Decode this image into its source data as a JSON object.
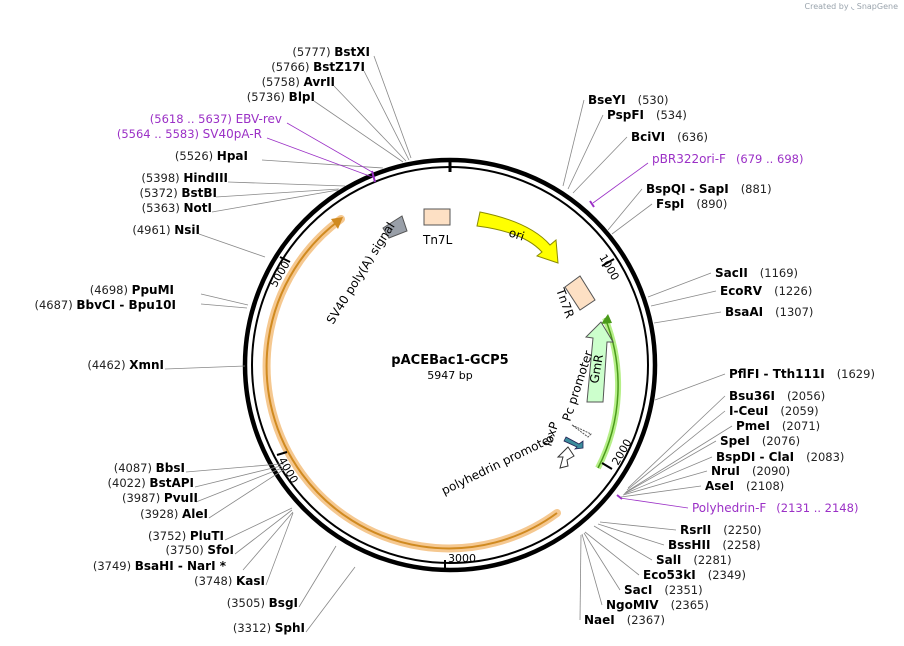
{
  "credit": {
    "created_by": "Created by",
    "brand": "SnapGene"
  },
  "plasmid": {
    "name": "pACEBac1-GCP5",
    "length_label": "5947 bp",
    "length": 5947
  },
  "ruler": [
    "1000",
    "2000",
    "3000",
    "4000",
    "5000"
  ],
  "features": {
    "sv40": "SV40 poly(A) signal",
    "tn7l": "Tn7L",
    "ori": "ori",
    "tn7r": "Tn7R",
    "gmr": "GmR",
    "pc": "Pc promoter",
    "loxp": "loxP",
    "polh": "polyhedrin promoter"
  },
  "enzymes_right": [
    {
      "name": "BseYI",
      "pos": "(530)"
    },
    {
      "name": "PspFI",
      "pos": "(534)"
    },
    {
      "name": "BciVI",
      "pos": "(636)"
    },
    {
      "name": "BspQI",
      "name2": "SapI",
      "pos": "(881)"
    },
    {
      "name": "FspI",
      "pos": "(890)"
    },
    {
      "name": "SacII",
      "pos": "(1169)"
    },
    {
      "name": "EcoRV",
      "pos": "(1226)"
    },
    {
      "name": "BsaAI",
      "pos": "(1307)"
    },
    {
      "name": "PflFI",
      "name2": "Tth111I",
      "pos": "(1629)"
    },
    {
      "name": "Bsu36I",
      "pos": "(2056)"
    },
    {
      "name": "I-CeuI",
      "pos": "(2059)"
    },
    {
      "name": "PmeI",
      "pos": "(2071)"
    },
    {
      "name": "SpeI",
      "pos": "(2076)"
    },
    {
      "name": "BspDI",
      "name2": "ClaI",
      "pos": "(2083)"
    },
    {
      "name": "NruI",
      "pos": "(2090)"
    },
    {
      "name": "AseI",
      "pos": "(2108)"
    },
    {
      "name": "RsrII",
      "pos": "(2250)"
    },
    {
      "name": "BssHII",
      "pos": "(2258)"
    },
    {
      "name": "SalI",
      "pos": "(2281)"
    },
    {
      "name": "Eco53kI",
      "pos": "(2349)"
    },
    {
      "name": "SacI",
      "pos": "(2351)"
    },
    {
      "name": "NgoMIV",
      "pos": "(2365)"
    },
    {
      "name": "NaeI",
      "pos": "(2367)"
    }
  ],
  "enzymes_left": [
    {
      "name": "BstXI",
      "pos": "(5777)"
    },
    {
      "name": "BstZ17I",
      "pos": "(5766)"
    },
    {
      "name": "AvrII",
      "pos": "(5758)"
    },
    {
      "name": "BlpI",
      "pos": "(5736)"
    },
    {
      "name": "HpaI",
      "pos": "(5526)"
    },
    {
      "name": "HindIII",
      "pos": "(5398)"
    },
    {
      "name": "BstBI",
      "pos": "(5372)"
    },
    {
      "name": "NotI",
      "pos": "(5363)"
    },
    {
      "name": "NsiI",
      "pos": "(4961)"
    },
    {
      "name": "PpuMI",
      "pos": "(4698)"
    },
    {
      "name": "BbvCI",
      "name2": "Bpu10I",
      "pos": "(4687)"
    },
    {
      "name": "XmnI",
      "pos": "(4462)"
    },
    {
      "name": "BbsI",
      "pos": "(4087)"
    },
    {
      "name": "BstAPI",
      "pos": "(4022)"
    },
    {
      "name": "PvuII",
      "pos": "(3987)"
    },
    {
      "name": "AleI",
      "pos": "(3928)"
    },
    {
      "name": "PluTI",
      "pos": "(3752)"
    },
    {
      "name": "SfoI",
      "pos": "(3750)"
    },
    {
      "name": "BsaHI",
      "name2": "NarI *",
      "pos": "(3749)"
    },
    {
      "name": "KasI",
      "pos": "(3748)"
    },
    {
      "name": "BsgI",
      "pos": "(3505)"
    },
    {
      "name": "SphI",
      "pos": "(3312)"
    }
  ],
  "primers": [
    {
      "name": "EBV-rev",
      "pos": "(5618 .. 5637)"
    },
    {
      "name": "SV40pA-R",
      "pos": "(5564 .. 5583)"
    },
    {
      "name": "pBR322ori-F",
      "pos": "(679 .. 698)"
    },
    {
      "name": "Polyhedrin-F",
      "pos": "(2131 .. 2148)"
    }
  ],
  "colors": {
    "primer": "#9b30c6",
    "ori": "#ffff00",
    "gmr": "#ccffcc",
    "tn7": "#fde0c4",
    "sv40": "#999fa8",
    "orf": "#e6a94a",
    "loxp": "#3c8c9c"
  }
}
